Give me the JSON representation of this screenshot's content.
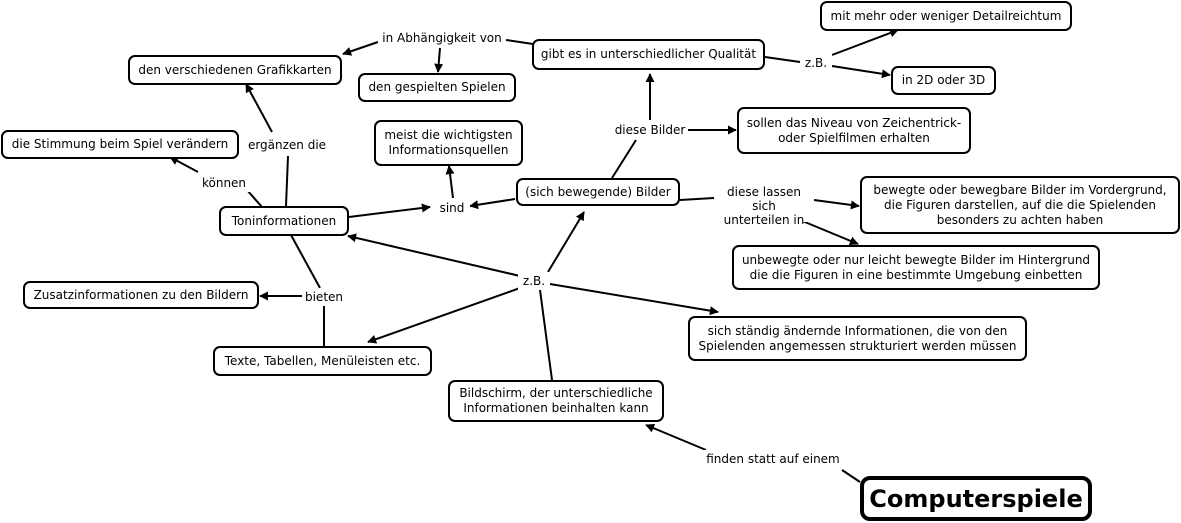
{
  "concepts": {
    "computerspiele": "Computerspiele",
    "bildschirm": "Bildschirm, der unterschiedliche\nInformationen beinhalten kann",
    "bilder": "(sich bewegende) Bilder",
    "toninformationen": "Toninformationen",
    "texte": "Texte, Tabellen, Menüleisten etc.",
    "zusatzinfo": "Zusatzinformationen zu den Bildern",
    "stimmung": "die Stimmung beim Spiel verändern",
    "grafikkarten": "den verschiedenen Grafikkarten",
    "gespielte_spiele": "den gespielten Spielen",
    "qualitaet": "gibt es in unterschiedlicher Qualität",
    "detailreichtum": "mit mehr oder weniger Detailreichtum",
    "zwei_drei_d": "in 2D oder 3D",
    "niveau": "sollen das Niveau von Zeichentrick-\noder Spielfilmen erhalten",
    "informationsquellen": "meist die wichtigsten\nInformationsquellen",
    "vordergrund": "bewegte oder bewegbare Bilder im Vordergrund,\ndie Figuren darstellen, auf die die Spielenden\nbesonders zu achten haben",
    "hintergrund": "unbewegte oder nur leicht bewegte Bilder im Hintergrund\ndie die Figuren in eine bestimmte Umgebung einbetten",
    "informationen": "sich ständig ändernde Informationen, die von den\nSpielenden angemessen strukturiert werden müssen"
  },
  "links": {
    "finden_statt": "finden statt auf einem",
    "zb_main": "z.B.",
    "sind": "sind",
    "diese_bilder": "diese Bilder",
    "zb_qual": "z.B.",
    "abhaengigkeit": "in Abhängigkeit von",
    "ergaenzen": "ergänzen die",
    "koennen": "können",
    "bieten": "bieten",
    "unterteilen": "diese lassen sich\nunterteilen in"
  }
}
